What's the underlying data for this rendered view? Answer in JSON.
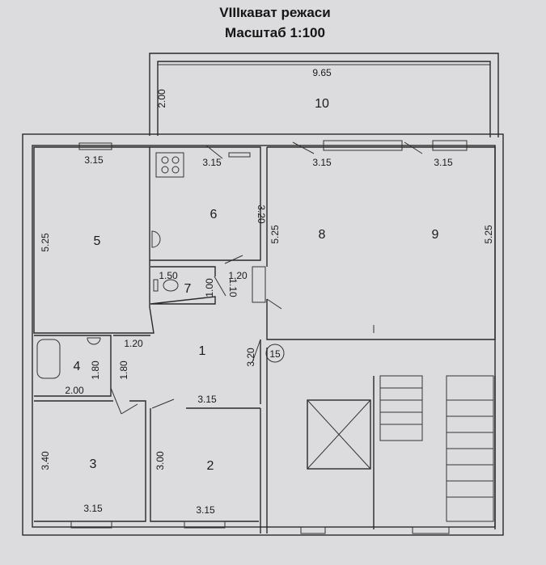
{
  "title": {
    "line1": "VIIIкават режаси",
    "line2": "Масштаб 1:100"
  },
  "rooms": {
    "r1": {
      "number": "1",
      "dims": [
        "1.20",
        "3.20",
        "3.15"
      ]
    },
    "r2": {
      "number": "2",
      "dims": [
        "3.00",
        "3.15"
      ]
    },
    "r3": {
      "number": "3",
      "dims": [
        "3.40",
        "3.15"
      ]
    },
    "r4": {
      "number": "4",
      "dims": [
        "1.80",
        "1.80",
        "2.00"
      ]
    },
    "r5": {
      "number": "5",
      "dims": [
        "5.25",
        "3.15"
      ]
    },
    "r6": {
      "number": "6",
      "dims": [
        "3.15",
        "3.20"
      ]
    },
    "r7": {
      "number": "7",
      "dims": [
        "1.50",
        "1.00",
        "1.10",
        "1.20"
      ]
    },
    "r8": {
      "number": "8",
      "dims": [
        "5.25",
        "3.15"
      ]
    },
    "r9": {
      "number": "9",
      "dims": [
        "5.25",
        "3.15"
      ]
    },
    "r10": {
      "number": "10",
      "dims": [
        "9.65",
        "2.00"
      ]
    },
    "r15": {
      "number": "15"
    }
  }
}
